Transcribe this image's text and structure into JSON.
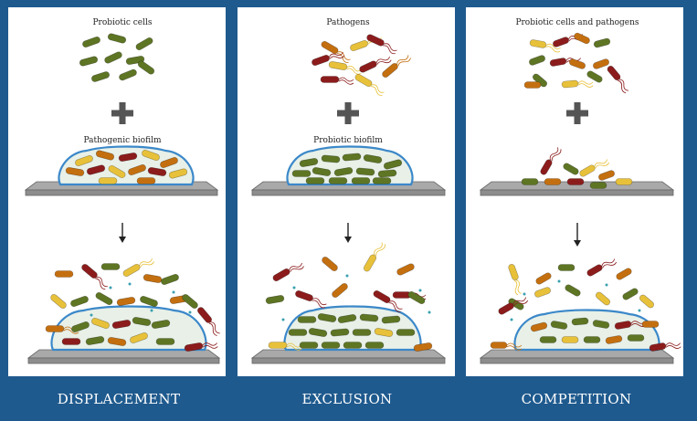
{
  "panels": [
    {
      "top_label": "Probiotic cells",
      "surface_label": "Pathogenic biofilm",
      "footer": "DISPLACEMENT"
    },
    {
      "top_label": "Pathogens",
      "surface_label": "Probiotic biofilm",
      "footer": "EXCLUSION"
    },
    {
      "top_label": "Probiotic cells and pathogens",
      "surface_label": "",
      "footer": "COMPETITION"
    }
  ],
  "colors": {
    "frame": "#1f5a8e",
    "probiotic": "#5e7524",
    "pathogen_red": "#8c1c1c",
    "pathogen_orange": "#c46f0f",
    "pathogen_yellow": "#e8c13a",
    "biofilm_outline": "#3b88c9",
    "biofilm_fill": "#e8f0e8",
    "surface": "#8d8d8d",
    "plus_sign": "#555555",
    "arrow": "#222222"
  },
  "icons": [
    "plus-icon",
    "down-arrow-icon",
    "bacterium-icon",
    "biofilm-mound-icon",
    "surface-slab-icon"
  ]
}
